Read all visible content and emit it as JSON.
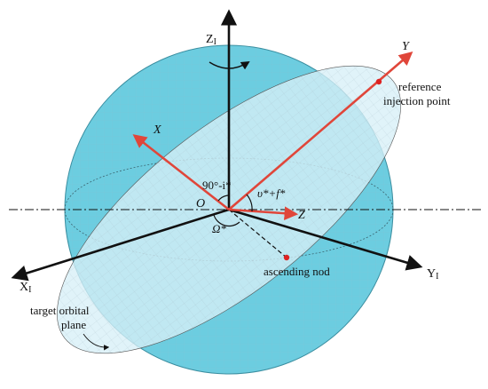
{
  "colors": {
    "sphere": "#6ccde0",
    "plane": "#d7f0f7",
    "red_axes": "#e0463a",
    "black_axes": "#111111",
    "grid": "#9fb8c2"
  },
  "labels": {
    "axis_zi": {
      "main": "Z",
      "sub": "I"
    },
    "axis_xi": {
      "main": "X",
      "sub": "I"
    },
    "axis_yi": {
      "main": "Y",
      "sub": "I"
    },
    "axis_x": "X",
    "axis_y": "Y",
    "axis_z": "Z",
    "origin": "O",
    "angle_inclination": "90°-i*",
    "angle_sum": "υ*+f*",
    "angle_raan": "Ω*",
    "reference_line1": "reference",
    "reference_line2": "injection point",
    "ascending_node": "ascending nod",
    "target_plane_line1": "target orbital",
    "target_plane_line2": "plane"
  }
}
